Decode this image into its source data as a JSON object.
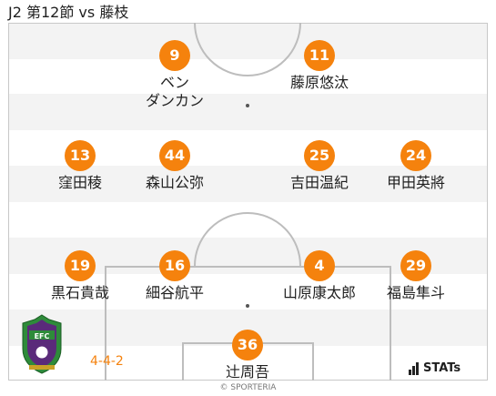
{
  "header": {
    "title": "J2 第12節 vs 藤枝"
  },
  "formation": "4-4-2",
  "brand": {
    "stats_label": "STATs"
  },
  "credit": "© SPORTERIA",
  "colors": {
    "accent": "#f5820d",
    "stripe": "#f3f3f3",
    "line": "#c8c8c8",
    "crest_green": "#2e8b3a",
    "crest_purple": "#5a2a7a"
  },
  "crest": {
    "icon": "club-crest",
    "letters": "EFC"
  },
  "players": [
    {
      "number": "9",
      "name": "ベン\nダンカン"
    },
    {
      "number": "11",
      "name": "藤原悠汰"
    },
    {
      "number": "13",
      "name": "窪田稜"
    },
    {
      "number": "44",
      "name": "森山公弥"
    },
    {
      "number": "25",
      "name": "吉田温紀"
    },
    {
      "number": "24",
      "name": "甲田英將"
    },
    {
      "number": "19",
      "name": "黒石貴哉"
    },
    {
      "number": "16",
      "name": "細谷航平"
    },
    {
      "number": "4",
      "name": "山原康太郎"
    },
    {
      "number": "29",
      "name": "福島隼斗"
    },
    {
      "number": "36",
      "name": "辻周吾"
    }
  ]
}
